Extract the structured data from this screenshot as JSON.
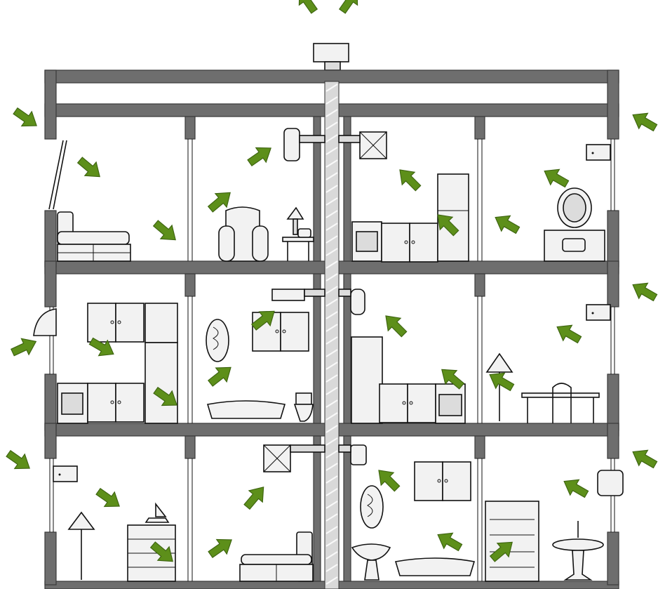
{
  "diagram": {
    "arrow_color": "#5d8f1a",
    "wall_color": "#6e6e6e",
    "duct_color": "#d9d9d9",
    "floors": [
      {
        "level": "top",
        "rooms": [
          "bedroom",
          "living-room",
          "kitchen",
          "dressing-room"
        ]
      },
      {
        "level": "middle",
        "rooms": [
          "kitchen",
          "bathroom",
          "kitchen",
          "dining-room"
        ]
      },
      {
        "level": "bottom",
        "rooms": [
          "bedroom",
          "bedroom",
          "bathroom",
          "library"
        ]
      }
    ],
    "icons": [
      "roof-outlet-icon",
      "fan-unit-icon",
      "wall-vent-icon",
      "airflow-arrow-icon"
    ]
  }
}
